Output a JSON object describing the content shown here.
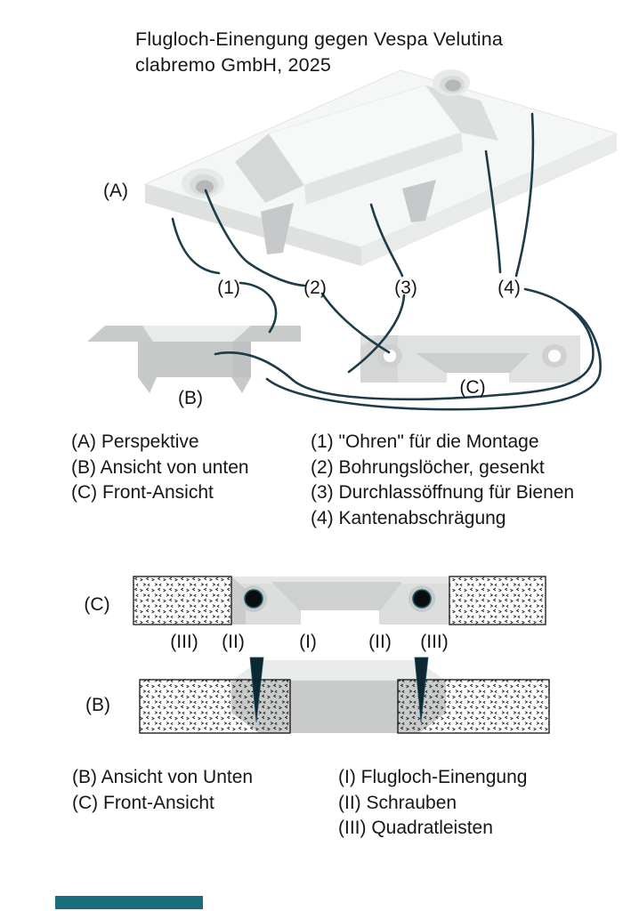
{
  "title": {
    "line1": "Flugloch-Einengung gegen Vespa Velutina",
    "line2": "clabremo GmbH, 2025"
  },
  "figure_top": {
    "label_a": "(A)",
    "label_b": "(B)",
    "label_c": "(C)",
    "callout_1": "(1)",
    "callout_2": "(2)",
    "callout_3": "(3)",
    "callout_4": "(4)"
  },
  "legend_top": {
    "views": [
      "(A) Perspektive",
      "(B) Ansicht von unten",
      "(C) Front-Ansicht"
    ],
    "features": [
      "(1) \"Ohren\" für die Montage",
      "(2) Bohrungslöcher, gesenkt",
      "(3) Durchlassöffnung für Bienen",
      "(4) Kantenabschrägung"
    ]
  },
  "figure_bottom": {
    "label_c": "(C)",
    "label_b": "(B)",
    "part_labels": [
      "(III)",
      "(II)",
      "(I)",
      "(II)",
      "(III)"
    ]
  },
  "legend_bottom": {
    "views": [
      "(B) Ansicht von Unten",
      "(C) Front-Ansicht"
    ],
    "parts": [
      "(I) Flugloch-Einengung",
      "(II) Schrauben",
      "(III) Quadratleisten"
    ]
  },
  "colors": {
    "leader_line": "#1d3c4a",
    "screw": "#0d2833",
    "part_white": "#f5f6f6",
    "part_gray": "#c9cbcb",
    "hatch_border": "#111111",
    "footer_bar": "#1a6d7d",
    "text": "#161616"
  }
}
